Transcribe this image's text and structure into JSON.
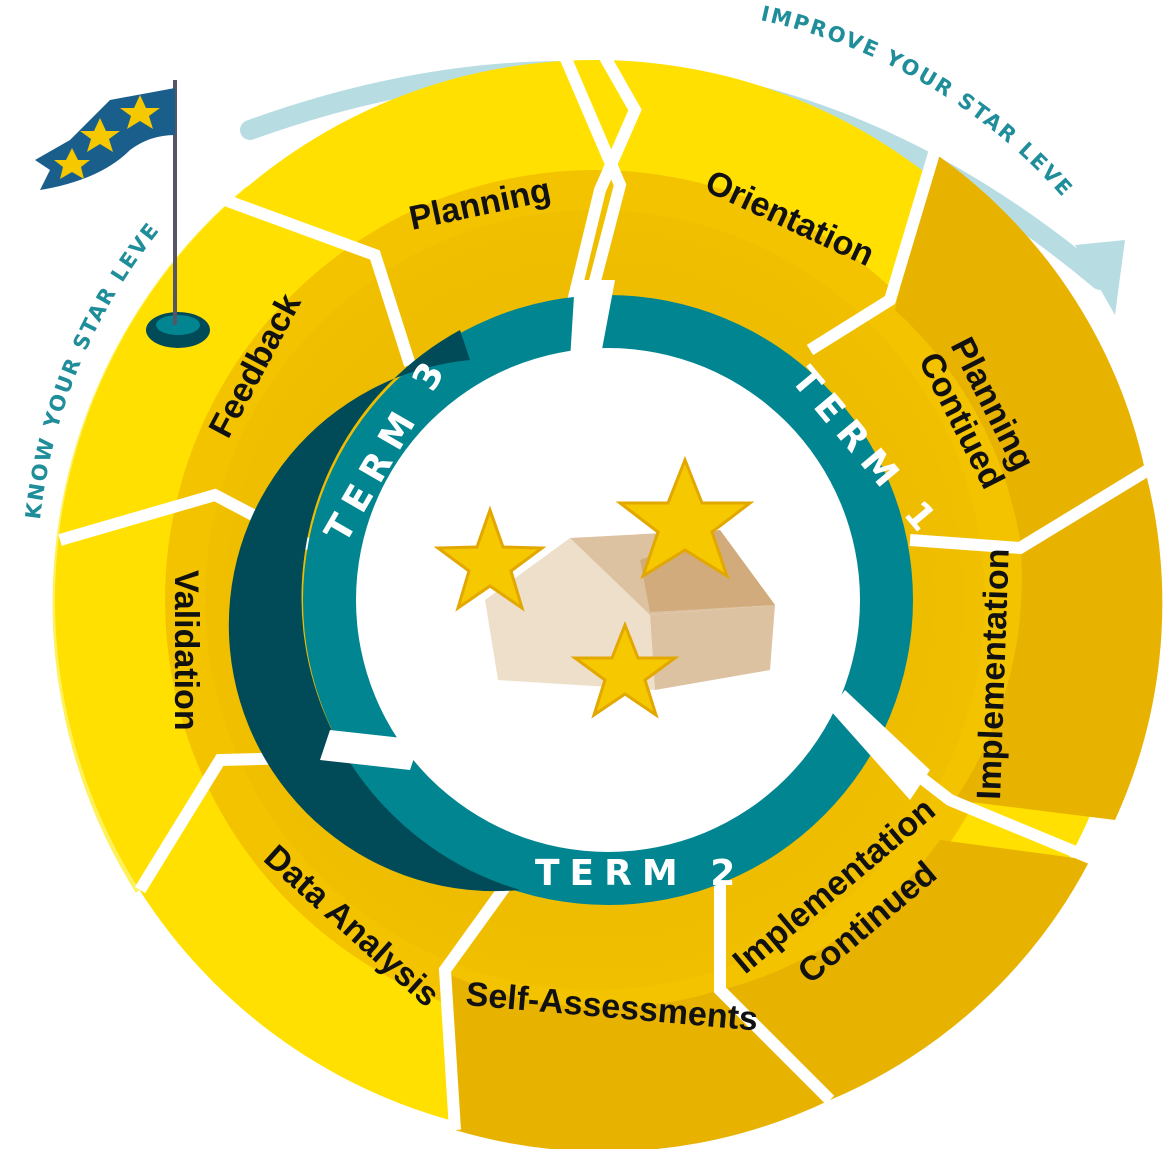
{
  "outer_labels": {
    "know": "KNOW YOUR STAR LEVEL",
    "improve": "IMPROVE YOUR STAR LEVEL"
  },
  "terms": {
    "term1": "TERM 1",
    "term2": "TERM 2",
    "term3": "TERM 3"
  },
  "segments": {
    "orientation": "Orientation",
    "planning_continued_1": "Planning",
    "planning_continued_2": "Contiued",
    "implementation": "Implementation",
    "implementation_continued_1": "Implementation",
    "implementation_continued_2": "Continued",
    "self_assessments": "Self-Assessments",
    "data_analysis": "Data Analysis",
    "validation": "Validation",
    "feedback": "Feedback",
    "planning": "Planning"
  },
  "colors": {
    "gold_dark": "#e6ae00",
    "gold": "#f3c300",
    "yellow_bright": "#ffe000",
    "yellow_light": "#fff04a",
    "teal": "#008591",
    "teal_dark": "#004b57",
    "arrow_light": "#b7dde3",
    "house_light": "#eedfca",
    "house_mid": "#ddc2a2",
    "house_roof": "#d1ab7c",
    "star": "#f5c800",
    "flag_blue": "#1a5e8c"
  }
}
